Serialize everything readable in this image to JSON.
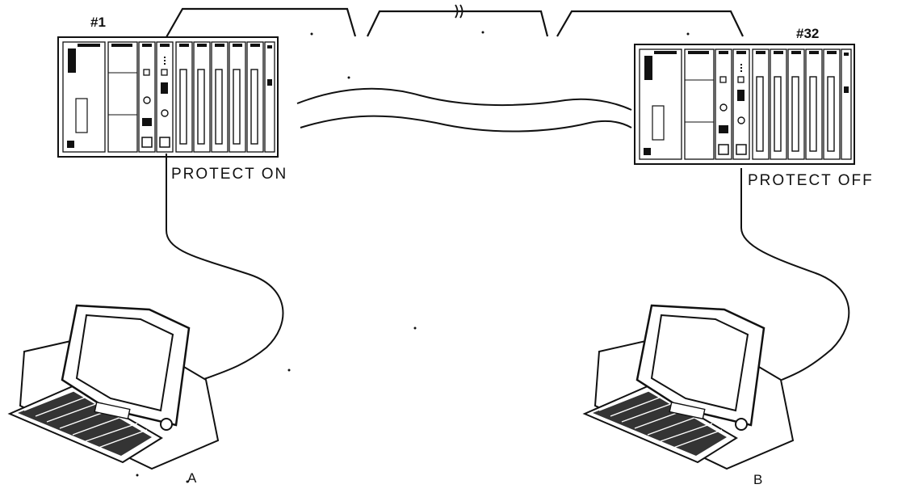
{
  "stations": {
    "left": {
      "id_label": "#1",
      "protect_label": "PROTECT ON",
      "terminal_label": "A"
    },
    "right": {
      "id_label": "#32",
      "protect_label": "PROTECT OFF",
      "terminal_label": "B"
    }
  },
  "colors": {
    "ink": "#111111",
    "background": "#ffffff"
  },
  "icons": {
    "plc": "plc-rack-icon",
    "terminal": "programming-terminal-icon",
    "break": "line-break-icon"
  }
}
